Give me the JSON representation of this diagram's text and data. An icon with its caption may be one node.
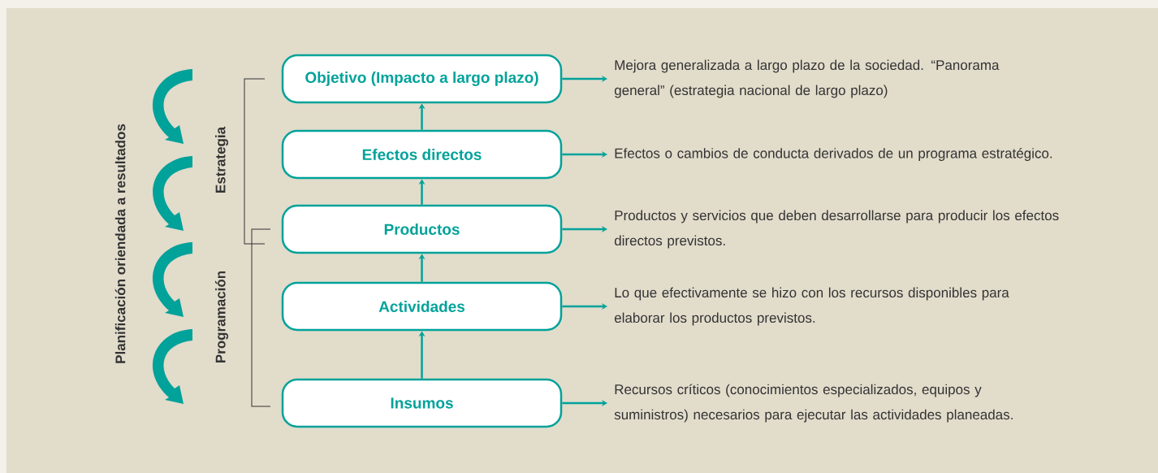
{
  "diagram": {
    "nodes": [
      {
        "text": [
          "Objetivo (Impacto a largo plazo)"
        ]
      },
      {
        "text": [
          "Efectos directos"
        ]
      },
      {
        "text": [
          "Productos"
        ]
      },
      {
        "text": [
          "Actividades"
        ]
      },
      {
        "text": [
          "Insumos"
        ]
      },
      {
        "text": [
          "Mejora generalizada a largo plazo de la sociedad. “Panorama general” (estrategia nacional de largo plazo)"
        ]
      },
      {
        "text": [
          "Efectos o cambios de conducta derivados de un programa estratégico."
        ]
      },
      {
        "text": [
          "Productos y servicios que deben desarrollarse para producir los efectos directos previstos."
        ]
      },
      {
        "text": [
          "Lo que efectivamente se hizo con los recursos disponibles para elaborar los productos previstos."
        ]
      },
      {
        "text": [
          "Recursos críticos (conocimientos especializados, equipos y suministros) necesarios para ejecutar las actividades planeadas."
        ]
      }
    ],
    "edges": [
      {
        "from": 4,
        "to": 3,
        "arrow": "to"
      },
      {
        "from": 3,
        "to": 2,
        "arrow": "to"
      },
      {
        "from": 2,
        "to": 1,
        "arrow": "to"
      },
      {
        "from": 1,
        "to": 0,
        "arrow": "to"
      },
      {
        "from": 0,
        "to": 5,
        "arrow": "to"
      },
      {
        "from": 1,
        "to": 6,
        "arrow": "to"
      },
      {
        "from": 2,
        "to": 7,
        "arrow": "to"
      },
      {
        "from": 3,
        "to": 8,
        "arrow": "to"
      },
      {
        "from": 4,
        "to": 9,
        "arrow": "to"
      }
    ],
    "labels": [
      "Planificación oriendada a resultados",
      "Estrategia",
      "Programación"
    ]
  }
}
